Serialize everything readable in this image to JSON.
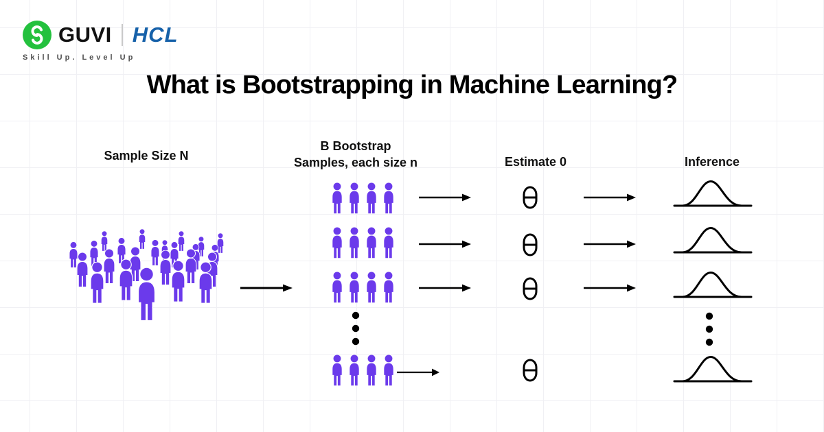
{
  "brand": {
    "name": "GUVI",
    "separator": "|",
    "partner": "HCL",
    "tagline": "Skill Up. Level Up",
    "guvi_green": "#24C13E",
    "hcl_blue": "#1661A9"
  },
  "title": "What is Bootstrapping in Machine Learning?",
  "columns": {
    "population": {
      "label": "Sample Size N"
    },
    "bootstrap": {
      "label_line1": "B Bootstrap",
      "label_line2": "Samples, each size n"
    },
    "estimate": {
      "label": "Estimate 0"
    },
    "inference": {
      "label": "Inference"
    }
  },
  "diagram": {
    "person_color": "#6B3AEB",
    "ink_color": "#000000",
    "theta_symbol": "θ",
    "population_person_count": 24,
    "bootstrap_sample_rows": 4,
    "persons_per_sample": 4,
    "estimate_count": 4,
    "inference_curve_count": 4,
    "ellipsis_dot_count": 3
  }
}
